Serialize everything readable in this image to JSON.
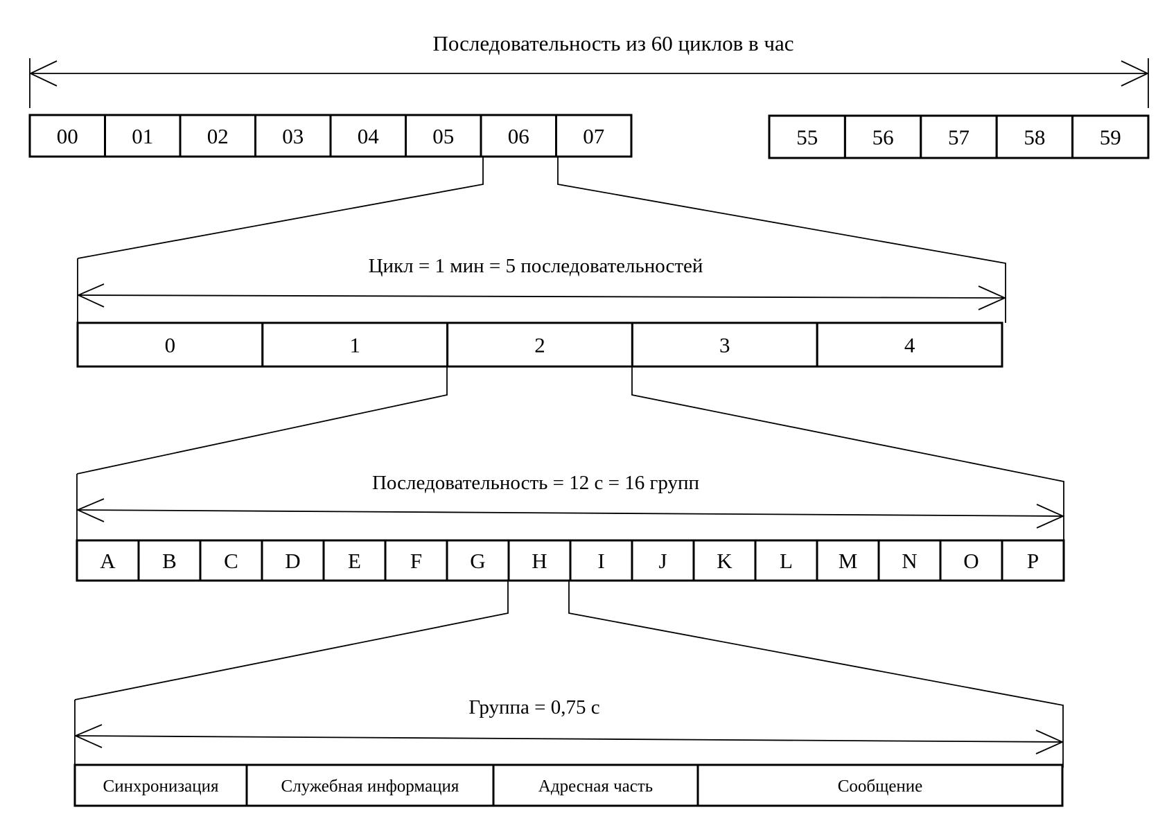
{
  "levels": [
    {
      "caption": "Последовательность из 60 циклов в час",
      "groups": [
        [
          "00",
          "01",
          "02",
          "03",
          "04",
          "05",
          "06",
          "07"
        ],
        [
          "55",
          "56",
          "57",
          "58",
          "59"
        ]
      ]
    },
    {
      "caption": "Цикл = 1 мин = 5 последовательностей",
      "groups": [
        [
          "0",
          "1",
          "2",
          "3",
          "4"
        ]
      ]
    },
    {
      "caption": "Последовательность = 12 с = 16 групп",
      "groups": [
        [
          "A",
          "B",
          "C",
          "D",
          "E",
          "F",
          "G",
          "H",
          "I",
          "J",
          "K",
          "L",
          "M",
          "N",
          "O",
          "P"
        ]
      ]
    },
    {
      "caption": "Группа = 0,75 с",
      "groups": [
        [
          "Синхронизация",
          "Служебная информация",
          "Адресная часть",
          "Сообщение"
        ]
      ]
    }
  ],
  "expanded": [
    {
      "level": 0,
      "cell": "06"
    },
    {
      "level": 1,
      "cell": "2"
    },
    {
      "level": 2,
      "cell": "H"
    }
  ]
}
